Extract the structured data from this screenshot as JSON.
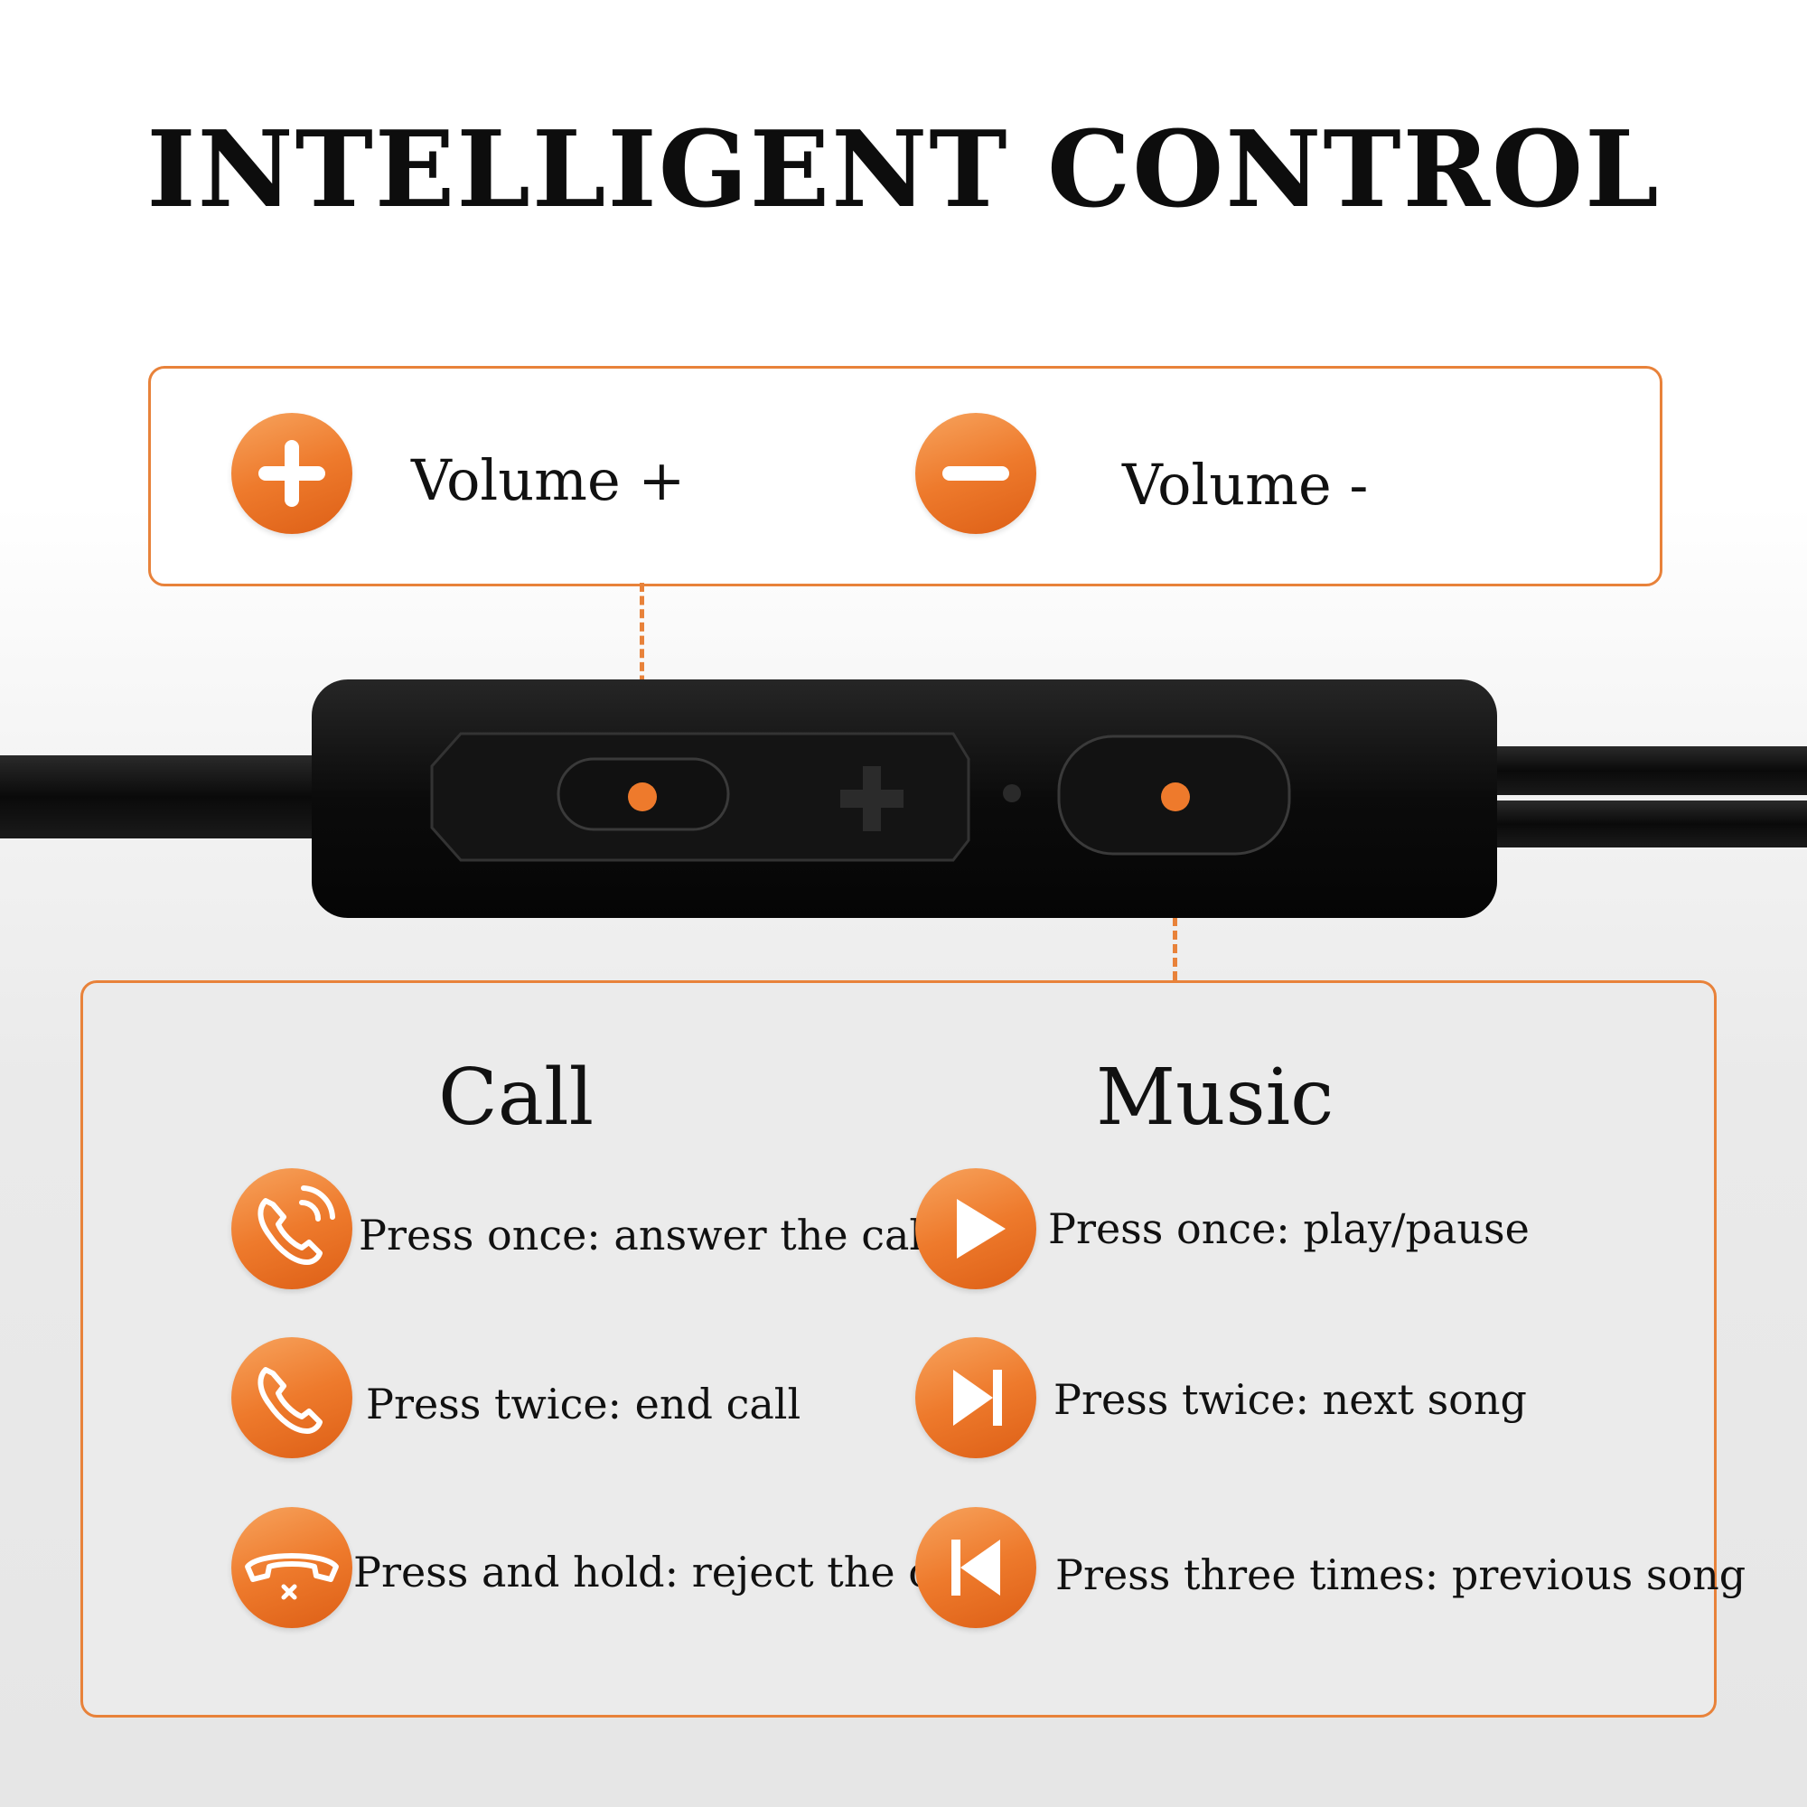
{
  "title": "INTELLIGENT CONTROL",
  "colors": {
    "accent": "#ee7a2c",
    "border": "#e8823a",
    "device": "#0d0d0d"
  },
  "volume": {
    "plus": {
      "label": "Volume +",
      "icon": "plus-icon"
    },
    "minus": {
      "label": "Volume -",
      "icon": "minus-icon"
    }
  },
  "call": {
    "heading": "Call",
    "items": [
      {
        "label": "Press once: answer the call",
        "icon": "phone-ringing-icon"
      },
      {
        "label": "Press twice: end call",
        "icon": "phone-icon"
      },
      {
        "label": "Press and hold: reject the call",
        "icon": "hang-up-icon"
      }
    ]
  },
  "music": {
    "heading": "Music",
    "items": [
      {
        "label": "Press once: play/pause",
        "icon": "play-icon"
      },
      {
        "label": "Press twice: next song",
        "icon": "next-track-icon"
      },
      {
        "label": "Press three times: previous song",
        "icon": "previous-track-icon"
      }
    ]
  }
}
